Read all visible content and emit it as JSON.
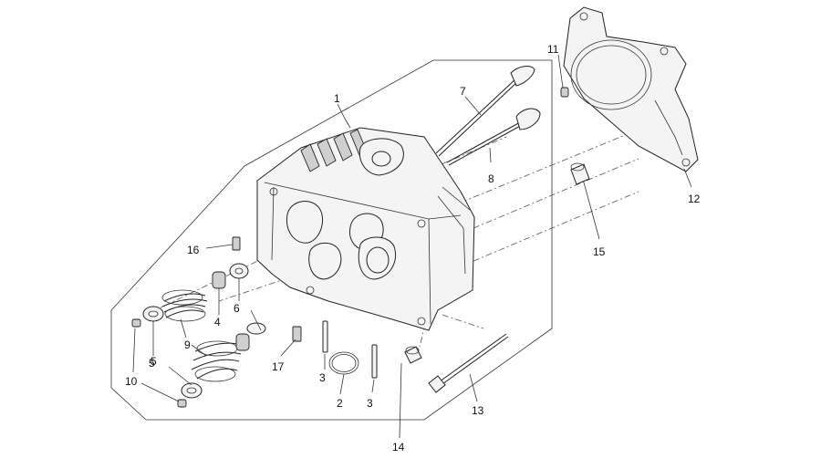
{
  "callouts": [
    "1",
    "2",
    "3",
    "3",
    "4",
    "5",
    "5",
    "6",
    "7",
    "8",
    "9",
    "10",
    "11",
    "12",
    "13",
    "14",
    "15",
    "16",
    "17"
  ]
}
